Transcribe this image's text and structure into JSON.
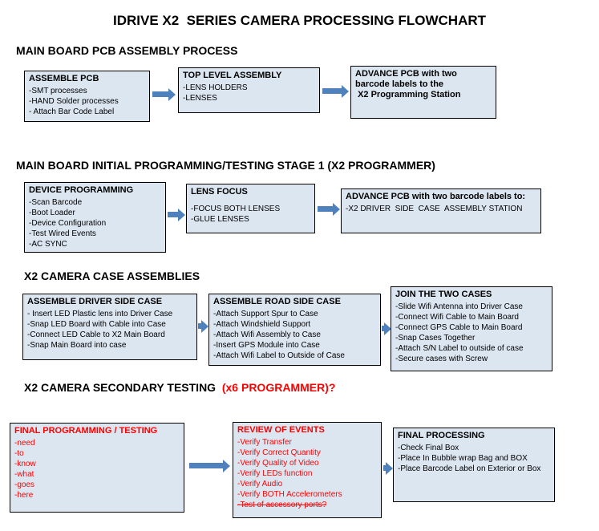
{
  "title": "IDRIVE X2  SERIES CAMERA PROCESSING FLOWCHART",
  "colors": {
    "box_fill": "#dce6f1",
    "box_border": "#000000",
    "arrow_fill": "#4f81bd",
    "red_text": "#ff0000"
  },
  "sections": [
    {
      "heading": "MAIN BOARD PCB ASSEMBLY PROCESS",
      "boxes": [
        {
          "title": "ASSEMBLE PCB",
          "items": [
            "-SMT processes",
            "-HAND Solder processes",
            "- Attach Bar Code Label"
          ]
        },
        {
          "title": "TOP LEVEL ASSEMBLY",
          "items": [
            "-LENS HOLDERS",
            "-LENSES"
          ]
        },
        {
          "title": "ADVANCE PCB with two barcode labels to the\n X2 Programming Station",
          "items": []
        }
      ]
    },
    {
      "heading": "MAIN BOARD INITIAL PROGRAMMING/TESTING STAGE 1 (X2 PROGRAMMER)",
      "boxes": [
        {
          "title": "DEVICE PROGRAMMING",
          "items": [
            "-Scan Barcode",
            "-Boot Loader",
            "-Device Configuration",
            "-Test Wired Events",
            "-AC SYNC"
          ]
        },
        {
          "title": "LENS FOCUS",
          "items": [
            "-FOCUS BOTH LENSES",
            "-GLUE LENSES"
          ]
        },
        {
          "title": "ADVANCE PCB with two barcode labels to:",
          "items": [
            "-X2 DRIVER  SIDE  CASE  ASSEMBLY STATION"
          ]
        }
      ]
    },
    {
      "heading": "X2 CAMERA CASE ASSEMBLIES",
      "boxes": [
        {
          "title": "ASSEMBLE DRIVER SIDE CASE",
          "items": [
            "- Insert LED Plastic lens into Driver Case",
            "-Snap LED Board with Cable into Case",
            "-Connect LED Cable to X2 Main Board",
            "-Snap Main Board into case"
          ]
        },
        {
          "title": "ASSEMBLE ROAD SIDE CASE",
          "items": [
            "-Attach Support Spur to Case",
            "-Attach Windshield Support",
            "-Attach Wifi Assembly to Case",
            "-Insert GPS Module into Case",
            "-Attach Wifi Label to Outside of Case"
          ]
        },
        {
          "title": "JOIN THE TWO CASES",
          "items": [
            "-Slide Wifi Antenna into Driver Case",
            "-Connect Wifi Cable to Main Board",
            "-Connect GPS Cable to Main Board",
            "-Snap Cases Together",
            "-Attach S/N Label to outside of case",
            "-Secure cases with Screw"
          ]
        }
      ]
    },
    {
      "heading": "X2 CAMERA SECONDARY TESTING  ",
      "heading_red": "(x6 PROGRAMMER)?",
      "boxes": [
        {
          "title": "FINAL PROGRAMMING / TESTING",
          "items": [
            "-need",
            "-to",
            "-know",
            "-what",
            "-goes",
            "-here"
          ]
        },
        {
          "title": "REVIEW OF EVENTS",
          "items": [
            "-Verify Transfer",
            "-Verify Correct Quantity",
            "-Verify Quality of Video",
            "-Verify LEDs function",
            "-Verify Audio",
            "-Verify BOTH Accelerometers",
            "-Test of accessory ports?"
          ]
        },
        {
          "title": "FINAL PROCESSING",
          "items": [
            "-Check Final Box",
            "-Place In Bubble wrap Bag and BOX",
            "-Place Barcode Label on Exterior or Box"
          ]
        }
      ]
    }
  ]
}
